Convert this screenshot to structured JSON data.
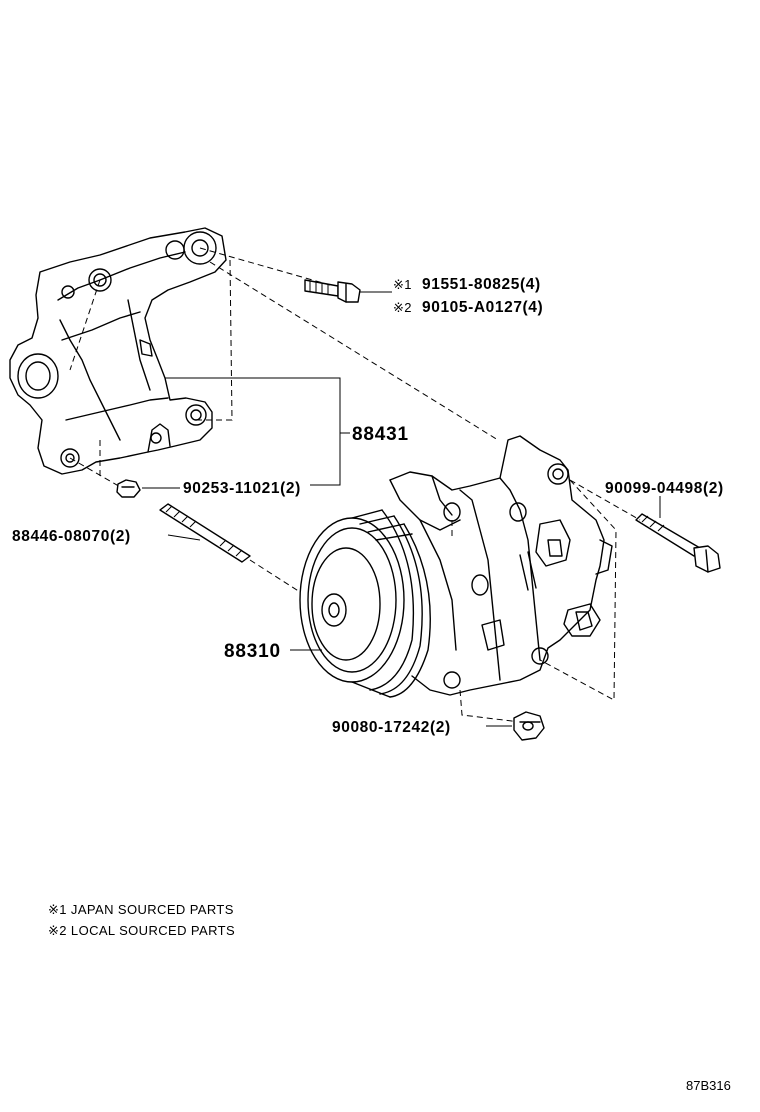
{
  "parts": {
    "bracket": "88431",
    "compressor": "88310",
    "bolt_jp": "91551-80825(4)",
    "bolt_local": "90105-A0127(4)",
    "nut_bracket": "90253-11021(2)",
    "stud": "88446-08070(2)",
    "bolt_compressor": "90099-04498(2)",
    "nut_compressor": "90080-17242(2)"
  },
  "markers": {
    "m1": "※1",
    "m2": "※2"
  },
  "notes": {
    "note1": "※1 JAPAN SOURCED PARTS",
    "note2": "※2 LOCAL SOURCED PARTS"
  },
  "diagram_code": "87B316"
}
